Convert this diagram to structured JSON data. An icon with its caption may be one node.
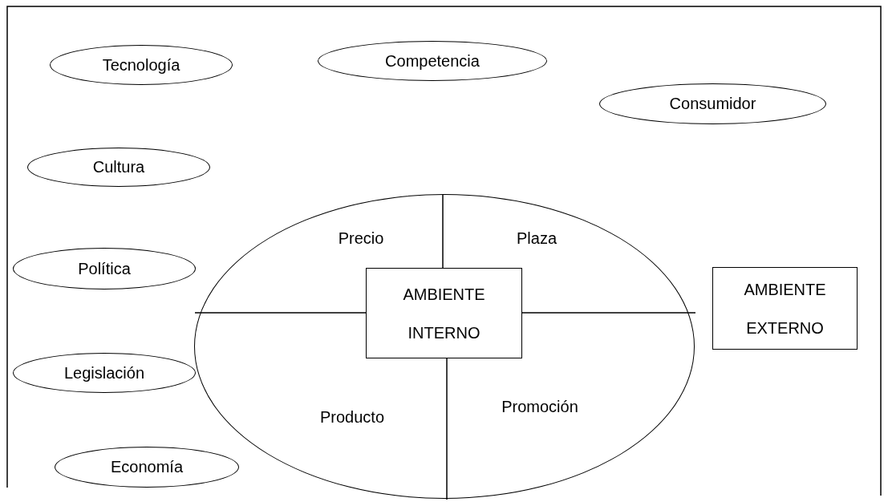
{
  "diagram": {
    "nodes": [
      {
        "text": [
          "Tecnología"
        ]
      },
      {
        "text": [
          "Competencia"
        ]
      },
      {
        "text": [
          "Consumidor"
        ]
      },
      {
        "text": [
          "Cultura"
        ]
      },
      {
        "text": [
          "Política"
        ]
      },
      {
        "text": [
          "Precio",
          "Plaza",
          "Producto",
          "Promoción"
        ]
      },
      {
        "text": [
          "AMBIENTE INTERNO"
        ],
        "in": 5
      },
      {
        "text": [
          "AMBIENTE EXTERNO"
        ]
      },
      {
        "text": [
          "Legislación"
        ]
      },
      {
        "text": [
          "Economía"
        ]
      }
    ]
  }
}
